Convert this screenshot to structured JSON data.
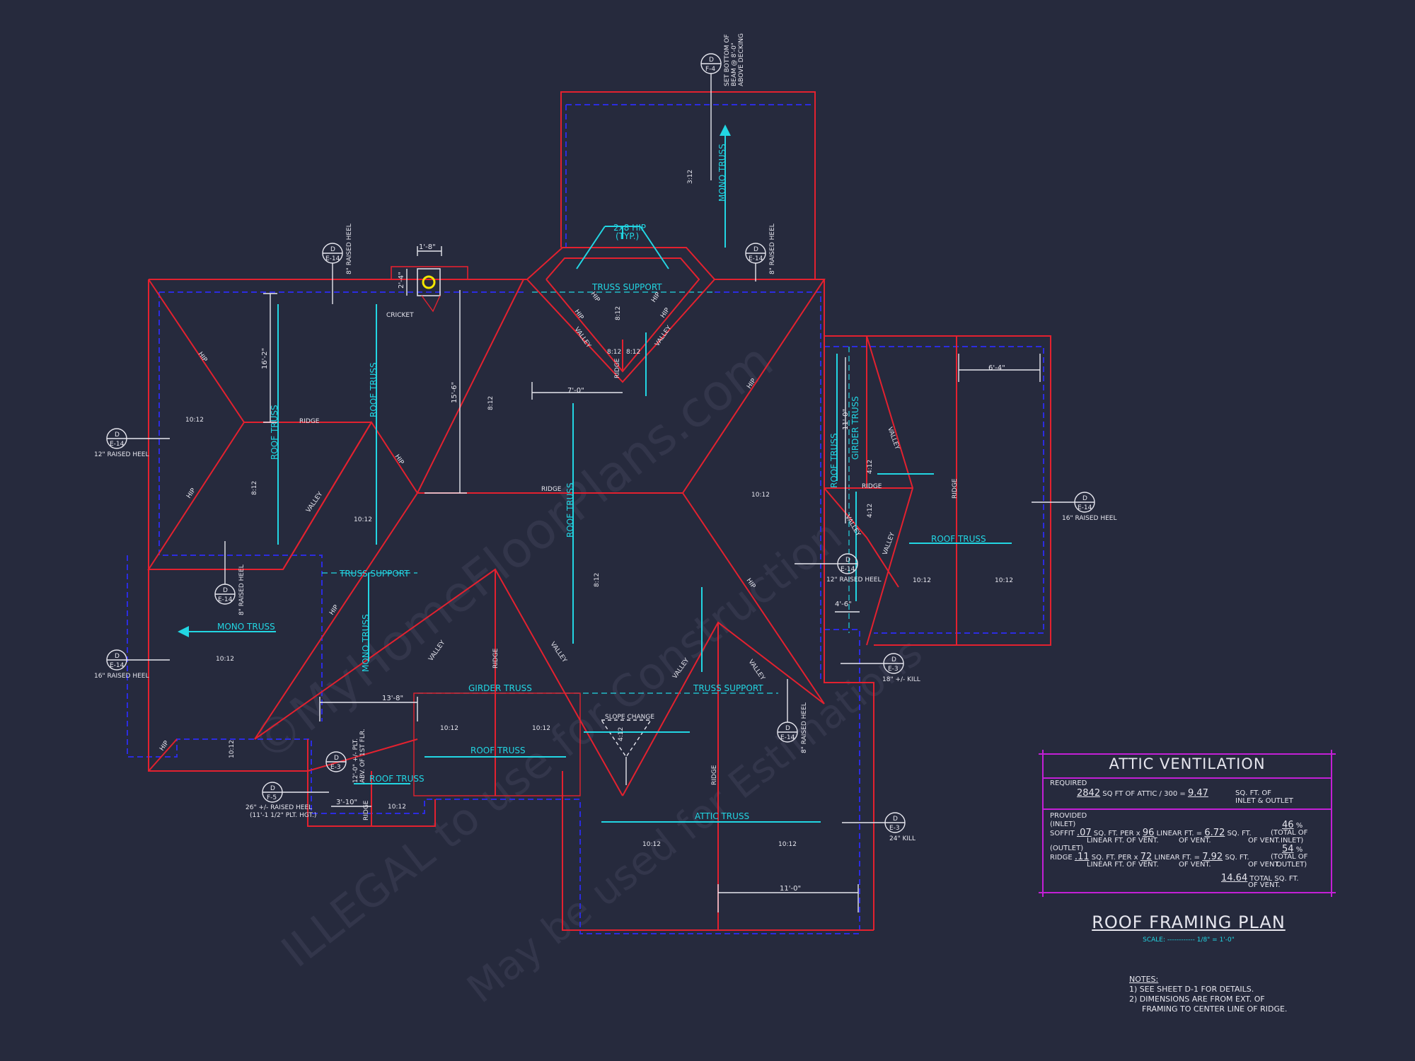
{
  "labels": {
    "ridge": "RIDGE",
    "hip": "HIP",
    "valley": "VALLEY",
    "roof_truss": "ROOF TRUSS",
    "mono_truss": "MONO TRUSS",
    "girder_truss": "GIRDER TRUSS",
    "truss_support": "TRUSS SUPPORT",
    "attic_truss": "ATTIC TRUSS",
    "hip_typ_1": "2x8 HIP",
    "hip_typ_2": "(TYP.)",
    "slope_change": "SLOPE CHANGE",
    "cricket": "CRICKET",
    "pitch_10": "10:12",
    "pitch_8": "8:12",
    "pitch_4": "4:12",
    "pitch_3": "3:12"
  },
  "dimensions": {
    "chimney_w": "1'-8\"",
    "chimney_h": "2'-4\"",
    "d_16_2": "16'-2\"",
    "d_15_6": "15'-6\"",
    "d_7_0": "7'-0\"",
    "d_11_0_right": "11'-0\"",
    "d_6_4": "6'-4\"",
    "d_4_6": "4'-6\"",
    "d_13_8": "13'-8\"",
    "d_3_10": "3'-10\"",
    "d_11_0_bottom": "11'-0\""
  },
  "tags": {
    "detail": "D",
    "sheet_e14": "E-14",
    "sheet_e3": "E-3",
    "sheet_f5": "F-5",
    "sheet_f4": "F-4",
    "raised_8": "8\" RAISED HEEL",
    "raised_12": "12\" RAISED HEEL",
    "raised_16": "16\" RAISED HEEL",
    "kill_18": "18\" +/- KILL",
    "kill_24": "24\" KILL",
    "raised_26_1": "26\" +/- RAISED HEEL",
    "raised_26_2": "(11'-1 1/2\" PLT. HGT.)",
    "set_beam_1": "SET BOTTOM OF",
    "set_beam_2": "BEAM @ 8'-0\"",
    "set_beam_3": "ABOVE DECKING",
    "plt_1": "12'-0\" +/- PLT.",
    "plt_2": "ABV. OF 1ST FLR."
  },
  "attic_ventilation": {
    "title": "ATTIC VENTILATION",
    "required_label": "REQUIRED",
    "attic_sqft": "2842",
    "sqft_text": "SQ FT OF ATTIC / 300 =",
    "required_total": "9.47",
    "req_unit_1": "SQ. FT. OF",
    "req_unit_2": "INLET & OUTLET",
    "provided_label": "PROVIDED",
    "inlet_label": "(INLET)",
    "soffit_label": "SOFFIT",
    "soffit_per_ft": ".07",
    "sqft_per_label": "SQ. FT. PER x",
    "soffit_lin_ft": "96",
    "lin_ft_label": "LINEAR FT. =",
    "soffit_total": "6.72",
    "sqft_label": "SQ. FT.",
    "soffit_pct": "46",
    "pct_sign": "%",
    "lin_ft_vent": "LINEAR FT. OF VENT.",
    "of_vent": "OF VENT.",
    "total_of": "(TOTAL OF",
    "inlet_close": "INLET)",
    "outlet_label": "(OUTLET)",
    "ridge_label": "RIDGE",
    "ridge_per_ft": ".11",
    "ridge_lin_ft": "72",
    "ridge_total": "7.92",
    "ridge_pct": "54",
    "outlet_close": "OUTLET)",
    "grand_total": "14.64",
    "total_label": "TOTAL SQ. FT.",
    "total_of_vent": "OF VENT."
  },
  "title_block": {
    "title": "ROOF FRAMING PLAN",
    "scale": "SCALE: ------------ 1/8\" = 1'-0\""
  },
  "notes": {
    "header": "NOTES:",
    "n1": "1) SEE SHEET D-1 FOR DETAILS.",
    "n2": "2) DIMENSIONS ARE FROM EXT. OF",
    "n2b": "FRAMING TO CENTER LINE OF RIDGE."
  },
  "watermark": {
    "line1": "©MyHomeFloorPlans.com",
    "line2": "ILLEGAL to use for Construction",
    "line3": "May be used for Estimations"
  }
}
